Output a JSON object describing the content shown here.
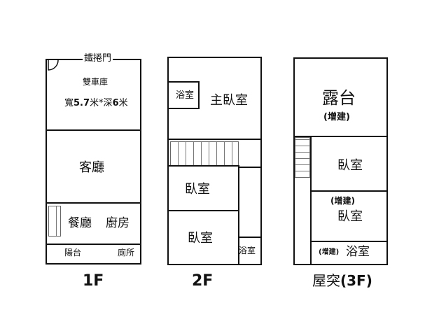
{
  "f1": {
    "garage_door": "鐵捲門",
    "garage": "雙車庫",
    "size_prefix": "寬",
    "width_value": "5.7",
    "mid": "米*深",
    "depth_value": "6",
    "suffix": "米",
    "living": "客廳",
    "dining": "餐廳",
    "kitchen": "廚房",
    "balcony": "陽台",
    "toilet": "廁所",
    "label": "1F"
  },
  "f2": {
    "bath": "浴室",
    "master": "主臥室",
    "bedroom1": "臥室",
    "bedroom2": "臥室",
    "bath2": "浴室",
    "label": "2F"
  },
  "f3": {
    "terrace": "露台",
    "terrace_note": "(增建)",
    "bedroom1": "臥室",
    "bedroom2_note": "(增建)",
    "bedroom2": "臥室",
    "bath_note": "(增建)",
    "bath": "浴室",
    "label_prefix": "屋突",
    "label_suffix": "(3F)"
  }
}
